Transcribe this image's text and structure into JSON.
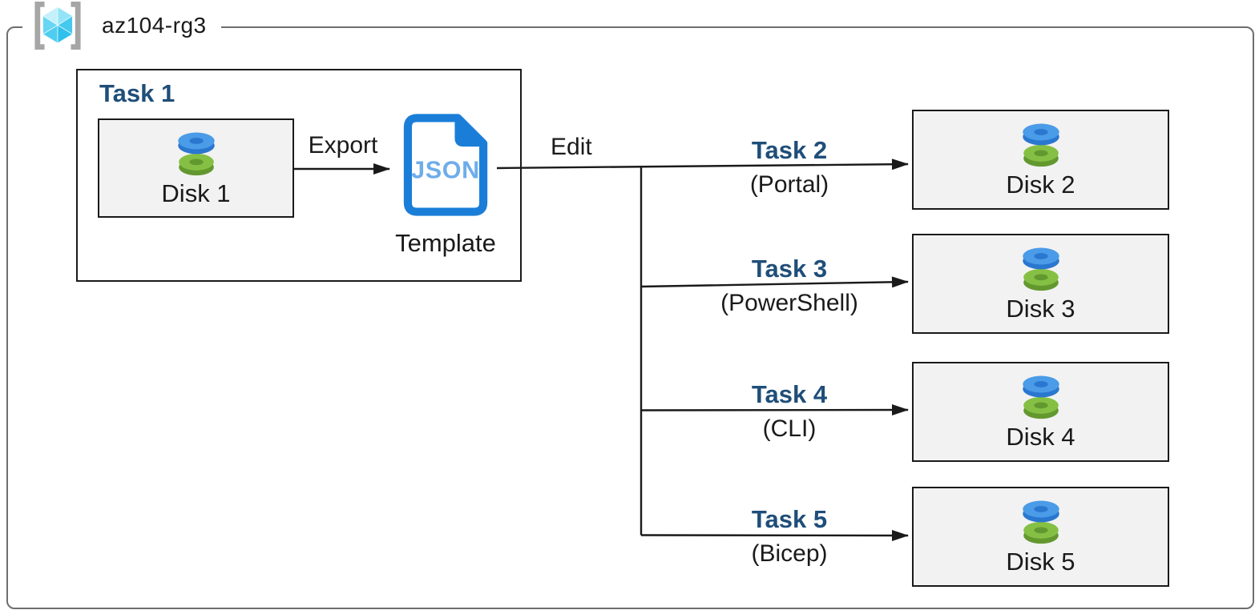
{
  "resource_group": {
    "name": "az104-rg3",
    "icon": "resource-group-icon"
  },
  "task1": {
    "label": "Task 1",
    "disk_label": "Disk 1",
    "disk_icon": "managed-disk-icon"
  },
  "export_arrow": {
    "label": "Export"
  },
  "template": {
    "file_type": "JSON",
    "label": "Template",
    "icon": "json-file-icon"
  },
  "edit_arrow": {
    "label": "Edit"
  },
  "tasks": [
    {
      "label": "Task 2",
      "method": "(Portal)",
      "disk_label": "Disk 2",
      "disk_icon": "managed-disk-icon"
    },
    {
      "label": "Task 3",
      "method": "(PowerShell)",
      "disk_label": "Disk 3",
      "disk_icon": "managed-disk-icon"
    },
    {
      "label": "Task 4",
      "method": "(CLI)",
      "disk_label": "Disk 4",
      "disk_icon": "managed-disk-icon"
    },
    {
      "label": "Task 5",
      "method": "(Bicep)",
      "disk_label": "Disk 5",
      "disk_icon": "managed-disk-icon"
    }
  ],
  "colors": {
    "task_label": "#1f4e79",
    "disk_box_fill": "#f2f2f2",
    "border_gray": "#6e6e6e",
    "line_black": "#1a1a1a",
    "json_blue": "#1a7ed8",
    "json_text_blue": "#6fadea",
    "disk_blue": "#4a9be8",
    "disk_blue_dark": "#2a77cf",
    "disk_green": "#85c044",
    "disk_green_dark": "#63982f",
    "bracket_gray": "#a6a6a6",
    "cube_light": "#c4f0fb",
    "cube_mid": "#93e4f8",
    "cube_left": "#66d6f3",
    "cube_left_low": "#4fcdf0",
    "cube_right": "#45c9ee",
    "cube_right_low": "#2fc0eb"
  }
}
